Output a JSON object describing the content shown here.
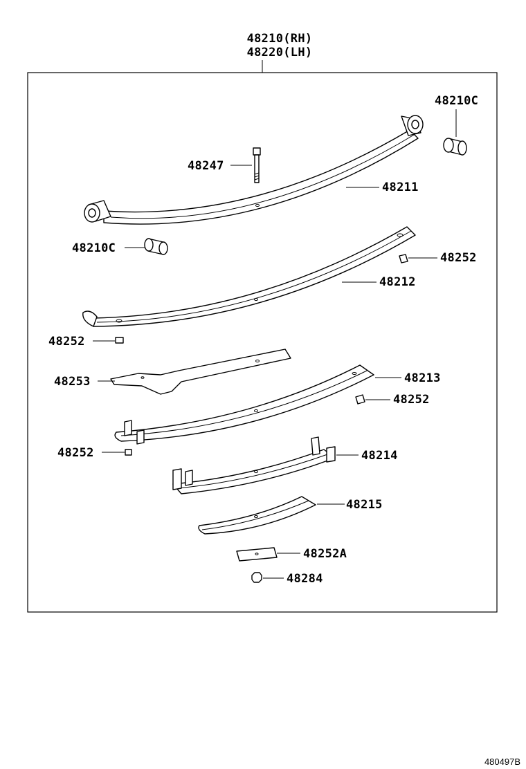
{
  "assembly": {
    "line1": "48210(RH)",
    "line2": "48220(LH)"
  },
  "callouts": {
    "bushing_top": "48210C",
    "bolt": "48247",
    "leaf1": "48211",
    "bushing_left": "48210C",
    "leaf2": "48212",
    "spacer_right_a": "48252",
    "spacer_left_a": "48252",
    "liner": "48253",
    "leaf3": "48213",
    "spacer_right_b": "48252",
    "spacer_left_b": "48252",
    "leaf4": "48214",
    "leaf5": "48215",
    "clip_pad": "48252A",
    "nut": "48284"
  },
  "figure_id": "480497B"
}
